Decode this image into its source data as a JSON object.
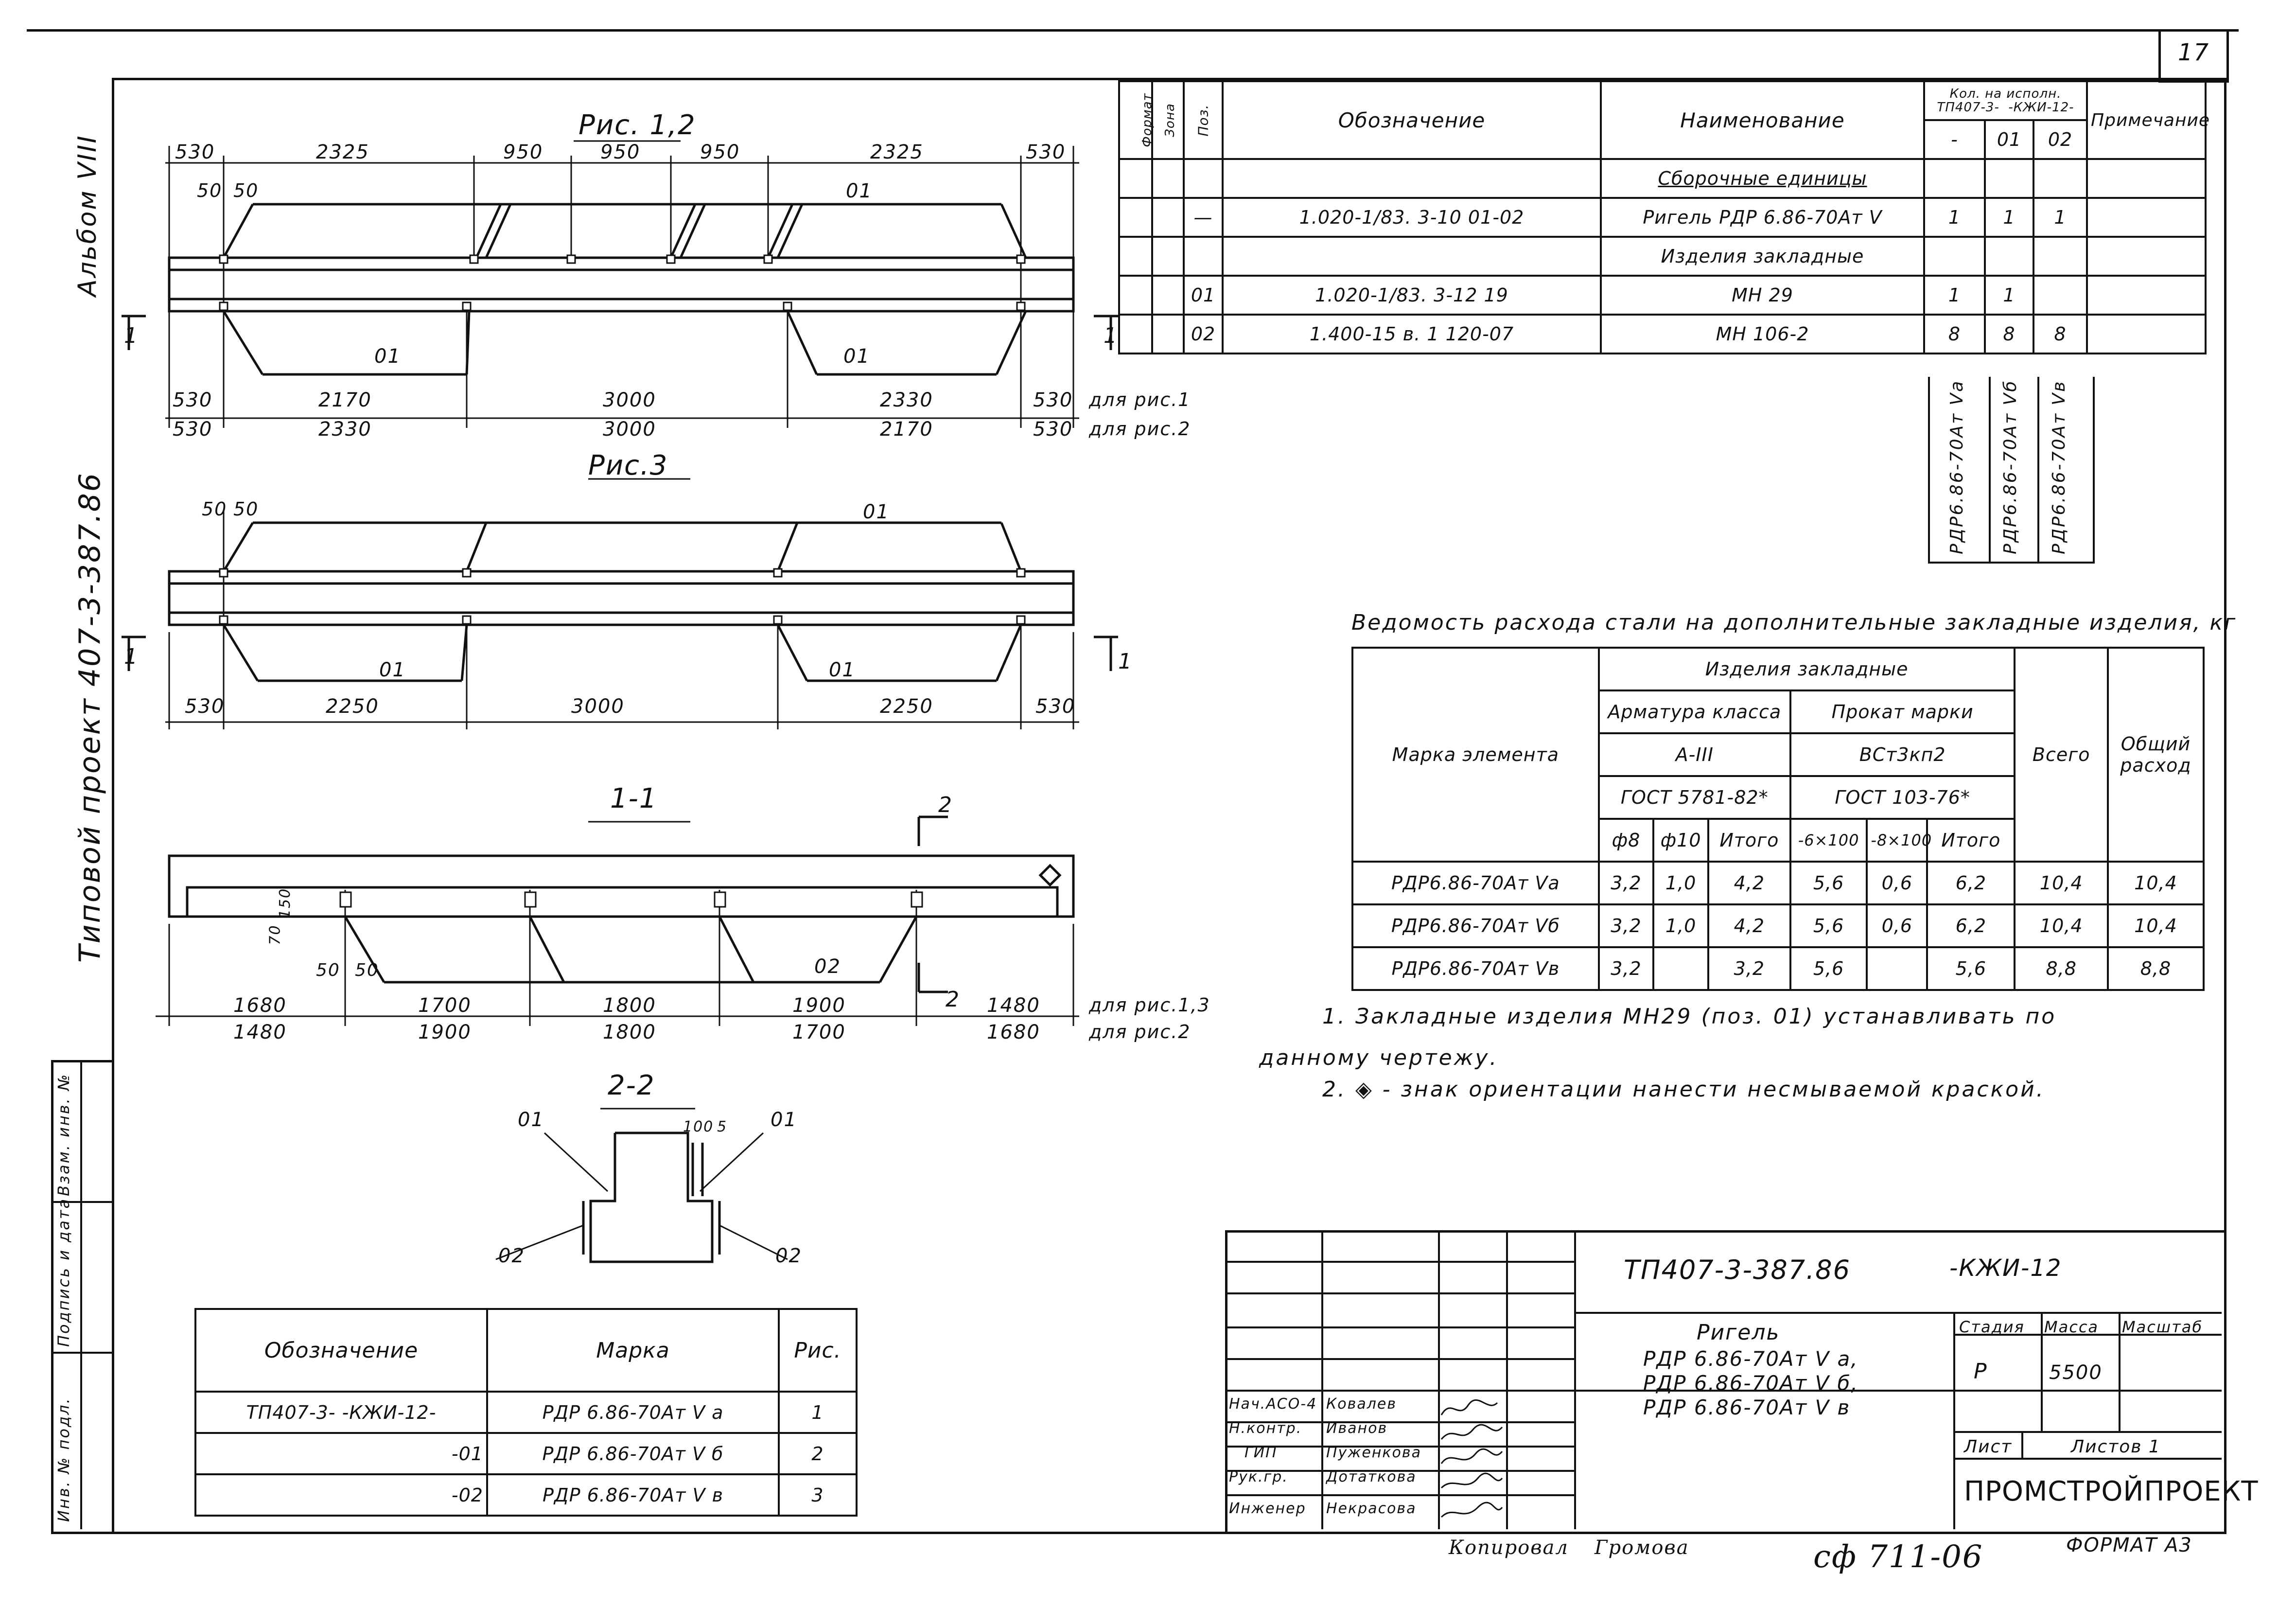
{
  "sheet": {
    "number": "17",
    "format_label": "ФОРМАТ А3",
    "copied_label": "Копировал",
    "copied_sign": "Громова",
    "stamp": "сф 711-06"
  },
  "side": {
    "album": "Альбом VIII",
    "project": "Типовой проект 407-3-387.86",
    "stamp_cells": [
      "Инв. № подл.",
      "Подпись и дата",
      "Взам. инв. №"
    ]
  },
  "figures": {
    "fig12_title": "Рис. 1,2",
    "fig3_title": "Рис.3",
    "sec11_title": "1-1",
    "sec22_title": "2-2",
    "fig12_top_dims": [
      "530",
      "2325",
      "950",
      "950",
      "950",
      "2325",
      "530"
    ],
    "fig12_small_dims": [
      "50",
      "50"
    ],
    "fig12_bottom_row1": [
      "530",
      "2170",
      "3000",
      "2330",
      "530"
    ],
    "fig12_bottom_row2": [
      "530",
      "2330",
      "3000",
      "2170",
      "530"
    ],
    "for_fig1": "для рис.1",
    "for_fig2": "для рис.2",
    "mark01": "01",
    "mark02": "02",
    "cut1": "1",
    "cut2": "2",
    "fig3_small_dims": [
      "50",
      "50"
    ],
    "fig3_bottom": [
      "530",
      "2250",
      "3000",
      "2250",
      "530"
    ],
    "sec11_small": [
      "150",
      "70",
      "50",
      "50"
    ],
    "sec11_row1": [
      "1680",
      "1700",
      "1800",
      "1900",
      "1480"
    ],
    "sec11_row2": [
      "1480",
      "1900",
      "1800",
      "1700",
      "1680"
    ],
    "for_fig13": "для рис.1,3",
    "for_fig2b": "для рис.2",
    "sec22_small": [
      "100",
      "5"
    ]
  },
  "spec": {
    "headers": [
      "Формат",
      "Зона",
      "Поз.",
      "Обозначение",
      "Наименование",
      "Кол. на исполн.",
      "ТП407-3-",
      "-КЖИ-12-",
      "Примечание"
    ],
    "qty_cols": [
      "-",
      "01",
      "02"
    ],
    "rows": [
      {
        "pos": "",
        "code": "",
        "name": "Сборочные единицы",
        "q": [
          "",
          "",
          ""
        ]
      },
      {
        "pos": "—",
        "code": "1.020-1/83.  3-10   01-02",
        "name": "Ригель РДР 6.86-70Ат V",
        "q": [
          "1",
          "1",
          "1"
        ]
      },
      {
        "pos": "",
        "code": "",
        "name": "Изделия закладные",
        "q": [
          "",
          "",
          ""
        ]
      },
      {
        "pos": "01",
        "code": "1.020-1/83.  3-12   19",
        "name": "МН 29",
        "q": [
          "1",
          "1",
          ""
        ]
      },
      {
        "pos": "02",
        "code": "1.400-15   в. 1   120-07",
        "name": "МН 106-2",
        "q": [
          "8",
          "8",
          "8"
        ]
      }
    ],
    "vertical_marks": [
      "РДР6.86-70Ат Vа",
      "РДР6.86-70Ат Vб",
      "РДР6.86-70Ат Vв"
    ]
  },
  "steel": {
    "title": "Ведомость расхода стали на дополнительные закладные изделия, кг",
    "h_mark": "Марка элемента",
    "h_items": "Изделия закладные",
    "h_rebar": "Арматура класса",
    "h_rebar_cls": "А-III",
    "h_rebar_gost": "ГОСТ 5781-82*",
    "h_roll": "Прокат марки",
    "h_roll_grade": "ВСт3кп2",
    "h_roll_gost": "ГОСТ 103-76*",
    "h_total": "Всего",
    "h_overall": "Общий расход",
    "sub": [
      "ф8",
      "ф10",
      "Итого",
      "-6×100",
      "-8×100",
      "Итого"
    ],
    "rows": [
      [
        "РДР6.86-70Ат Vа",
        "3,2",
        "1,0",
        "4,2",
        "5,6",
        "0,6",
        "6,2",
        "10,4",
        "10,4"
      ],
      [
        "РДР6.86-70Ат Vб",
        "3,2",
        "1,0",
        "4,2",
        "5,6",
        "0,6",
        "6,2",
        "10,4",
        "10,4"
      ],
      [
        "РДР6.86-70Ат Vв",
        "3,2",
        "",
        "3,2",
        "5,6",
        "",
        "5,6",
        "8,8",
        "8,8"
      ]
    ]
  },
  "notes": [
    "1. Закладные изделия МН29 (поз. 01) устанавливать по",
    "данному чертежу.",
    "2. ◈ - знак ориентации нанести несмываемой краской."
  ],
  "marks_table": {
    "headers": [
      "Обозначение",
      "Марка",
      "Рис."
    ],
    "rows": [
      [
        "ТП407-3-      -КЖИ-12-",
        "РДР 6.86-70Ат V а",
        "1"
      ],
      [
        "-01",
        "РДР 6.86-70Ат V б",
        "2"
      ],
      [
        "-02",
        "РДР 6.86-70Ат V в",
        "3"
      ]
    ]
  },
  "title_block": {
    "doc_code": "ТП407-3-387.86",
    "doc_suffix": "-КЖИ-12",
    "object": [
      "Ригель",
      "РДР 6.86-70Ат V а,",
      "РДР 6.86-70Ат V б,",
      "РДР 6.86-70Ат V в"
    ],
    "stage_h": "Стадия",
    "mass_h": "Масса",
    "scale_h": "Масштаб",
    "stage": "Р",
    "mass": "5500",
    "sheet_h": "Лист",
    "sheets_h": "Листов 1",
    "org": "ПРОМСТРОЙПРОЕКТ",
    "people": [
      {
        "role": "Нач.АСО-4",
        "name": "Ковалев"
      },
      {
        "role": "Н.контр.",
        "name": "Иванов"
      },
      {
        "role": "ГИП",
        "name": "Пуженкова"
      },
      {
        "role": "Рук.гр.",
        "name": "Дотаткова"
      },
      {
        "role": "Инженер",
        "name": "Некрасова"
      }
    ]
  }
}
